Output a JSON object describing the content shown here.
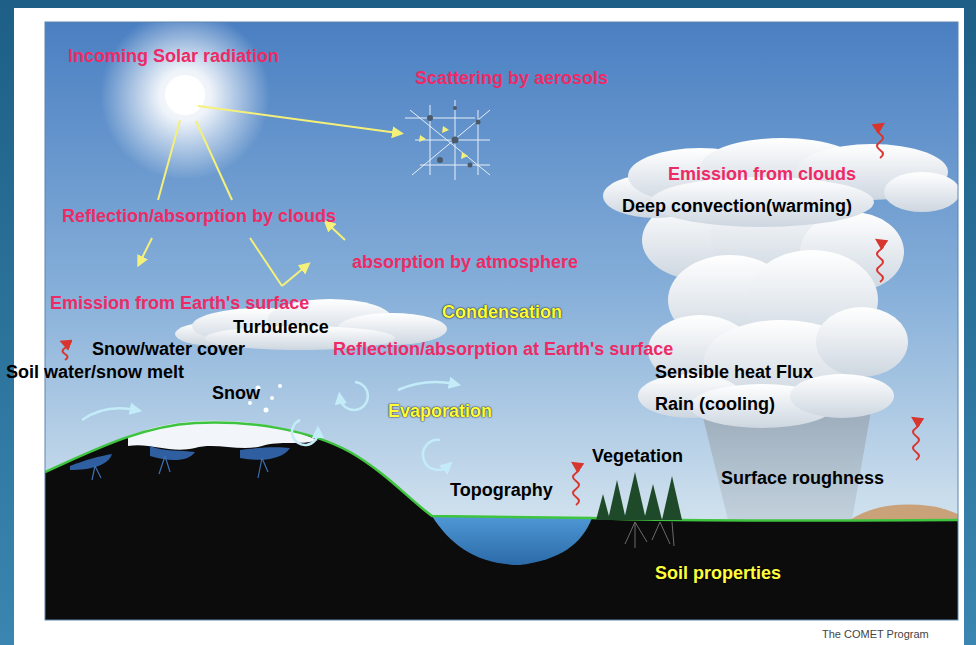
{
  "diagram": {
    "labels": [
      "Incoming Solar radiation",
      "Scattering by aerosols",
      "Emission from clouds",
      "Deep convection(warming)",
      "Reflection/absorption by clouds",
      "absorption by atmosphere",
      "Emission from Earth's surface",
      "Condensation",
      "Turbulence",
      "Snow/water cover",
      "Reflection/absorption at Earth's surface",
      "Soil water/snow melt",
      "Snow",
      "Sensible heat Flux",
      "Evaporation",
      "Rain (cooling)",
      "Vegetation",
      "Topography",
      "Surface roughness",
      "Soil properties",
      "The COMET Program"
    ]
  }
}
